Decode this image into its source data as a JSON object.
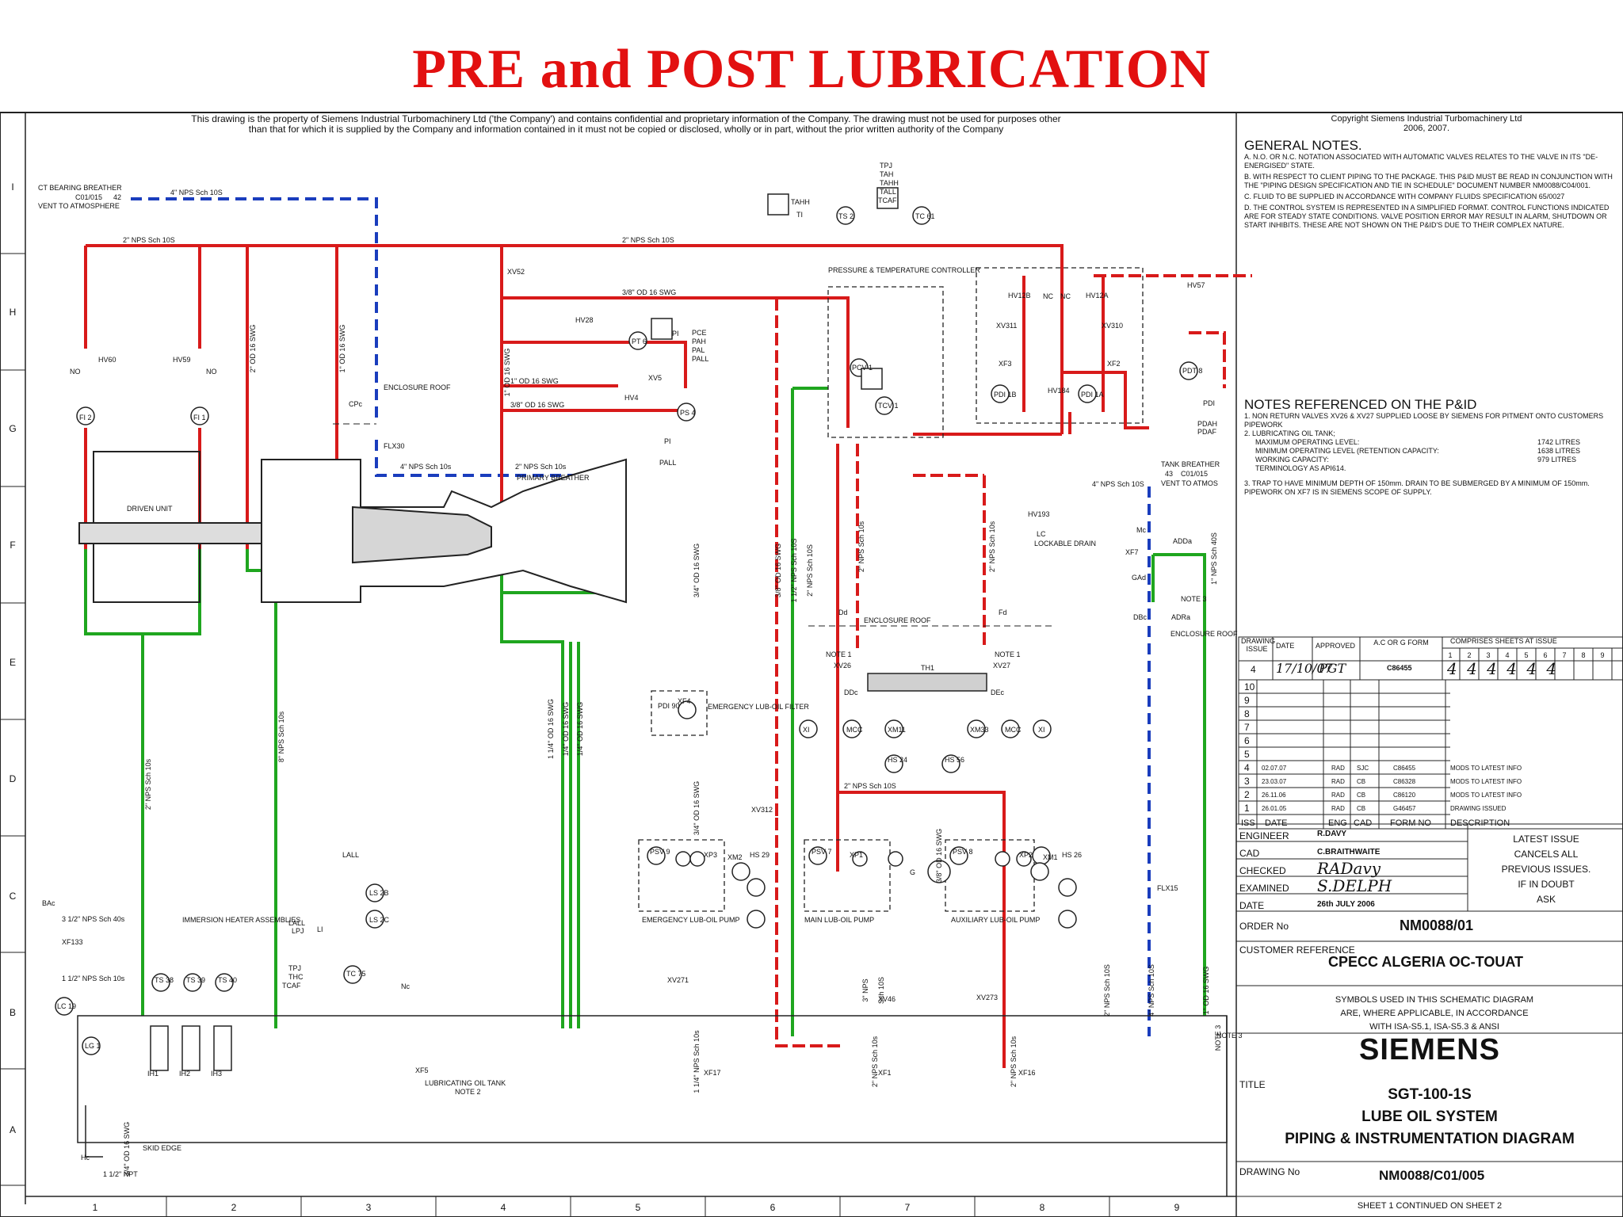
{
  "page": {
    "title": "PRE and POST LUBRICATION",
    "disclaimer_1": "This drawing is the property of Siemens Industrial Turbomachinery Ltd ('the Company') and contains confidential and proprietary information of the Company. The drawing must not be used for purposes other",
    "disclaimer_2": "than that for which it is supplied by the Company and information contained in it must not be copied or disclosed, wholly or in part, without the prior written authority of the Company",
    "copyright_1": "Copyright Siemens Industrial Turbomachinery Ltd",
    "copyright_2": "2006, 2007."
  },
  "general_notes": {
    "heading": "GENERAL NOTES.",
    "items": [
      "A. N.O. OR N.C. NOTATION ASSOCIATED WITH AUTOMATIC VALVES RELATES TO THE VALVE IN ITS \"DE-ENERGISED\" STATE.",
      "B. WITH RESPECT TO CLIENT PIPING TO THE PACKAGE. THIS P&ID MUST BE READ IN CONJUNCTION WITH THE \"PIPING DESIGN SPECIFICATION AND TIE IN SCHEDULE\" DOCUMENT NUMBER NM0088/C04/001.",
      "C. FLUID TO BE SUPPLIED IN ACCORDANCE WITH COMPANY FLUIDS SPECIFICATION 65/0027",
      "D. THE CONTROL SYSTEM IS REPRESENTED IN A SIMPLIFIED FORMAT. CONTROL FUNCTIONS INDICATED ARE FOR STEADY STATE CONDITIONS. VALVE POSITION ERROR MAY RESULT IN ALARM, SHUTDOWN OR START INHIBITS. THESE ARE NOT SHOWN ON THE P&ID'S DUE TO THEIR COMPLEX NATURE."
    ]
  },
  "pid_notes": {
    "heading": "NOTES REFERENCED ON THE P&ID",
    "items": [
      "1. NON RETURN VALVES XV26 & XV27 SUPPLIED LOOSE BY SIEMENS FOR PITMENT ONTO CUSTOMERS PIPEWORK",
      "2. LUBRICATING OIL TANK;",
      "3. TRAP TO HAVE MINIMUM DEPTH OF 150mm. DRAIN TO BE SUBMERGED BY A MINIMUM OF 150mm. PIPEWORK ON XF7 IS IN SIEMENS SCOPE OF SUPPLY."
    ],
    "tank_rows": [
      {
        "label": "MAXIMUM OPERATING LEVEL:",
        "value": "1742 LITRES"
      },
      {
        "label": "MINIMUM OPERATING LEVEL (RETENTION CAPACITY:",
        "value": "1638 LITRES"
      },
      {
        "label": "WORKING CAPACITY:",
        "value": "979 LITRES"
      },
      {
        "label": "TERMINOLOGY AS API614.",
        "value": ""
      }
    ]
  },
  "revision_table": {
    "headers": [
      "DRAWING ISSUE",
      "DATE",
      "APPROVED",
      "A.C OR G FORM",
      "COMPRISES SHEETS AT ISSUE"
    ],
    "issue_row": {
      "issue": "4",
      "date": "17/10/07",
      "approved": "PGT",
      "form": "C86455",
      "sheets": "4 4 4 4 4 4"
    },
    "sheet_numbers": [
      "1",
      "2",
      "3",
      "4",
      "5",
      "6",
      "7",
      "8",
      "9"
    ],
    "rows": [
      {
        "iss": "10",
        "date": "",
        "eng": "",
        "cad": "",
        "form": "",
        "desc": ""
      },
      {
        "iss": "9",
        "date": "",
        "eng": "",
        "cad": "",
        "form": "",
        "desc": ""
      },
      {
        "iss": "8",
        "date": "",
        "eng": "",
        "cad": "",
        "form": "",
        "desc": ""
      },
      {
        "iss": "7",
        "date": "",
        "eng": "",
        "cad": "",
        "form": "",
        "desc": ""
      },
      {
        "iss": "6",
        "date": "",
        "eng": "",
        "cad": "",
        "form": "",
        "desc": ""
      },
      {
        "iss": "5",
        "date": "",
        "eng": "",
        "cad": "",
        "form": "",
        "desc": ""
      },
      {
        "iss": "4",
        "date": "02.07.07",
        "eng": "RAD",
        "cad": "SJC",
        "form": "C86455",
        "desc": "MODS TO LATEST INFO"
      },
      {
        "iss": "3",
        "date": "23.03.07",
        "eng": "RAD",
        "cad": "CB",
        "form": "C86328",
        "desc": "MODS TO LATEST INFO"
      },
      {
        "iss": "2",
        "date": "26.11.06",
        "eng": "RAD",
        "cad": "CB",
        "form": "C86120",
        "desc": "MODS TO LATEST INFO"
      },
      {
        "iss": "1",
        "date": "26.01.05",
        "eng": "RAD",
        "cad": "CB",
        "form": "G46457",
        "desc": "DRAWING ISSUED"
      }
    ],
    "footer": [
      "ISS",
      "DATE",
      "ENG",
      "CAD",
      "FORM NO",
      "DESCRIPTION"
    ]
  },
  "title_block": {
    "engineer_label": "ENGINEER",
    "engineer": "R.DAVY",
    "cad_label": "CAD",
    "cad": "C.BRAITHWAITE",
    "checked_label": "CHECKED",
    "checked": "RADavy",
    "examined_label": "EXAMINED",
    "examined": "S.DELPH",
    "date_label": "DATE",
    "date": "26th JULY 2006",
    "latest_1": "LATEST ISSUE",
    "latest_2": "CANCELS ALL",
    "latest_3": "PREVIOUS ISSUES.",
    "latest_4": "IF IN DOUBT",
    "latest_5": "ASK",
    "order_label": "ORDER No",
    "order": "NM0088/01",
    "customer_label": "CUSTOMER REFERENCE",
    "customer": "CPECC ALGERIA OC-TOUAT",
    "symbols_1": "SYMBOLS USED IN THIS SCHEMATIC DIAGRAM",
    "symbols_2": "ARE, WHERE APPLICABLE, IN ACCORDANCE",
    "symbols_3": "WITH ISA-S5.1, ISA-S5.3 & ANSI",
    "company": "SIEMENS",
    "title_label": "TITLE",
    "title_1": "SGT-100-1S",
    "title_2": "LUBE OIL SYSTEM",
    "title_3": "PIPING & INSTRUMENTATION DIAGRAM",
    "drawing_label": "DRAWING No",
    "drawing": "NM0088/C01/005",
    "sheet": "SHEET 1 CONTINUED ON SHEET 2"
  },
  "grid": {
    "columns": [
      "1",
      "2",
      "3",
      "4",
      "5",
      "6",
      "7",
      "8",
      "9"
    ],
    "rows": [
      "I",
      "H",
      "G",
      "F",
      "E",
      "D",
      "C",
      "B",
      "A"
    ]
  },
  "diagram": {
    "labels": [
      {
        "id": "ct-breather",
        "text": "CT BEARING BREATHER"
      },
      {
        "id": "vent-atm",
        "text": "VENT TO ATMOSPHERE"
      },
      {
        "id": "ref1",
        "text": "C01/015"
      },
      {
        "id": "ref1b",
        "text": "42"
      },
      {
        "id": "p1",
        "text": "4\" NPS Sch 10S"
      },
      {
        "id": "p2",
        "text": "2\" NPS Sch 10S"
      },
      {
        "id": "p3",
        "text": "2\" NPS Sch 10S"
      },
      {
        "id": "p4",
        "text": "3/8\" OD 16 SWG"
      },
      {
        "id": "p5",
        "text": "1\" OD 16 SWG"
      },
      {
        "id": "p6",
        "text": "3/8\" OD 16 SWG"
      },
      {
        "id": "p7",
        "text": "4\" NPS Sch 10s"
      },
      {
        "id": "p8",
        "text": "2\" NPS Sch 10s"
      },
      {
        "id": "p9",
        "text": "4\" NPS Sch 10S"
      },
      {
        "id": "p10",
        "text": "2\" NPS Sch 10S"
      },
      {
        "id": "hv60",
        "text": "HV60"
      },
      {
        "id": "hv59",
        "text": "HV59"
      },
      {
        "id": "no1",
        "text": "NO"
      },
      {
        "id": "no2",
        "text": "NO"
      },
      {
        "id": "fi2",
        "text": "FI 2"
      },
      {
        "id": "fi1",
        "text": "FI 1"
      },
      {
        "id": "driven",
        "text": "DRIVEN UNIT"
      },
      {
        "id": "encl",
        "text": "ENCLOSURE ROOF"
      },
      {
        "id": "flx30",
        "text": "FLX30"
      },
      {
        "id": "cpc",
        "text": "CPc"
      },
      {
        "id": "xv52",
        "text": "XV52"
      },
      {
        "id": "prim",
        "text": "PRIMARY BREATHER"
      },
      {
        "id": "hv28",
        "text": "HV28"
      },
      {
        "id": "pt6",
        "text": "PT 6"
      },
      {
        "id": "pi",
        "text": "PI"
      },
      {
        "id": "pce",
        "text": "PCE"
      },
      {
        "id": "pah",
        "text": "PAH"
      },
      {
        "id": "pal",
        "text": "PAL"
      },
      {
        "id": "pall",
        "text": "PALL"
      },
      {
        "id": "xv5",
        "text": "XV5"
      },
      {
        "id": "hv4",
        "text": "HV4"
      },
      {
        "id": "ps4",
        "text": "PS 4"
      },
      {
        "id": "pi2",
        "text": "PI"
      },
      {
        "id": "pall2",
        "text": "PALL"
      },
      {
        "id": "tahh",
        "text": "TAHH"
      },
      {
        "id": "ti",
        "text": "TI"
      },
      {
        "id": "ts2",
        "text": "TS 2"
      },
      {
        "id": "tc61",
        "text": "TC 61"
      },
      {
        "id": "tpj",
        "text": "TPJ"
      },
      {
        "id": "tah",
        "text": "TAH"
      },
      {
        "id": "tahh2",
        "text": "TAHH"
      },
      {
        "id": "tall",
        "text": "TALL"
      },
      {
        "id": "tcaf",
        "text": "TCAF"
      },
      {
        "id": "ptc",
        "text": "PRESSURE & TEMPERATURE CONTROLLER"
      },
      {
        "id": "pcv",
        "text": "PCV 1"
      },
      {
        "id": "tcv",
        "text": "TCV 1"
      },
      {
        "id": "hv12b",
        "text": "HV12B"
      },
      {
        "id": "hv12a",
        "text": "HV12A"
      },
      {
        "id": "nc1",
        "text": "NC"
      },
      {
        "id": "nc2",
        "text": "NC"
      },
      {
        "id": "xv311",
        "text": "XV311"
      },
      {
        "id": "xv310",
        "text": "XV310"
      },
      {
        "id": "xf3",
        "text": "XF3"
      },
      {
        "id": "xf2",
        "text": "XF2"
      },
      {
        "id": "pdi1b",
        "text": "PDI 1B"
      },
      {
        "id": "pdi1a",
        "text": "PDI 1A"
      },
      {
        "id": "hv184",
        "text": "HV184"
      },
      {
        "id": "hv57",
        "text": "HV57"
      },
      {
        "id": "pdt8",
        "text": "PDT 8"
      },
      {
        "id": "pdi",
        "text": "PDI"
      },
      {
        "id": "pdah",
        "text": "PDAH"
      },
      {
        "id": "pdaf",
        "text": "PDAF"
      },
      {
        "id": "tankbr",
        "text": "TANK BREATHER"
      },
      {
        "id": "ref2",
        "text": "43"
      },
      {
        "id": "ref2b",
        "text": "C01/015"
      },
      {
        "id": "vent2",
        "text": "VENT TO ATMOS"
      },
      {
        "id": "hv193",
        "text": "HV193"
      },
      {
        "id": "lc",
        "text": "LC"
      },
      {
        "id": "lockd",
        "text": "LOCKABLE DRAIN"
      },
      {
        "id": "xf7",
        "text": "XF7"
      },
      {
        "id": "note3",
        "text": "NOTE 3"
      },
      {
        "id": "encl2",
        "text": "ENCLOSURE ROOF"
      },
      {
        "id": "encl3",
        "text": "ENCLOSURE ROOF"
      },
      {
        "id": "note1a",
        "text": "NOTE 1"
      },
      {
        "id": "note1b",
        "text": "NOTE 1"
      },
      {
        "id": "xv26",
        "text": "XV26"
      },
      {
        "id": "xv27",
        "text": "XV27"
      },
      {
        "id": "th1",
        "text": "TH1"
      },
      {
        "id": "xm11",
        "text": "XM11"
      },
      {
        "id": "xm33",
        "text": "XM33"
      },
      {
        "id": "mcc1",
        "text": "MCC"
      },
      {
        "id": "mcc2",
        "text": "MCC"
      },
      {
        "id": "xi1",
        "text": "XI"
      },
      {
        "id": "xi2",
        "text": "XI"
      },
      {
        "id": "hs24",
        "text": "HS 24"
      },
      {
        "id": "hs56",
        "text": "HS 56"
      },
      {
        "id": "pdi90",
        "text": "PDI 90"
      },
      {
        "id": "xf4",
        "text": "XF4"
      },
      {
        "id": "emfilt",
        "text": "EMERGENCY LUB-OIL FILTER"
      },
      {
        "id": "xv312",
        "text": "XV312"
      },
      {
        "id": "psv9",
        "text": "PSV 9"
      },
      {
        "id": "psv7",
        "text": "PSV 7"
      },
      {
        "id": "psv8",
        "text": "PSV 8"
      },
      {
        "id": "xp3",
        "text": "XP3"
      },
      {
        "id": "xp1",
        "text": "XP1"
      },
      {
        "id": "xp2",
        "text": "XP2"
      },
      {
        "id": "xm2",
        "text": "XM2"
      },
      {
        "id": "xm1",
        "text": "XM1"
      },
      {
        "id": "hs29",
        "text": "HS 29"
      },
      {
        "id": "hs26",
        "text": "HS 26"
      },
      {
        "id": "emp",
        "text": "EMERGENCY LUB-OIL PUMP"
      },
      {
        "id": "mainp",
        "text": "MAIN LUB-OIL PUMP"
      },
      {
        "id": "auxp",
        "text": "AUXILIARY LUB-OIL PUMP"
      },
      {
        "id": "xv271",
        "text": "XV271"
      },
      {
        "id": "xv46",
        "text": "XV46"
      },
      {
        "id": "xv273",
        "text": "XV273"
      },
      {
        "id": "xf17",
        "text": "XF17"
      },
      {
        "id": "xf1",
        "text": "XF1"
      },
      {
        "id": "xf16",
        "text": "XF16"
      },
      {
        "id": "flx15",
        "text": "FLX15"
      },
      {
        "id": "lall",
        "text": "LALL"
      },
      {
        "id": "ls2b",
        "text": "LS 2B"
      },
      {
        "id": "ls2c",
        "text": "LS 2C"
      },
      {
        "id": "lall2",
        "text": "LALL"
      },
      {
        "id": "lpj",
        "text": "LPJ"
      },
      {
        "id": "li",
        "text": "LI"
      },
      {
        "id": "tpj2",
        "text": "TPJ"
      },
      {
        "id": "thc",
        "text": "THC"
      },
      {
        "id": "tcaf2",
        "text": "TCAF"
      },
      {
        "id": "tc75",
        "text": "TC 75"
      },
      {
        "id": "imm",
        "text": "IMMERSION HEATER ASSEMBLIES"
      },
      {
        "id": "ts38",
        "text": "TS 38"
      },
      {
        "id": "ts39",
        "text": "TS 39"
      },
      {
        "id": "ts40",
        "text": "TS 40"
      },
      {
        "id": "ih1",
        "text": "IH1"
      },
      {
        "id": "ih2",
        "text": "IH2"
      },
      {
        "id": "ih3",
        "text": "IH3"
      },
      {
        "id": "bac",
        "text": "BAc"
      },
      {
        "id": "xf133",
        "text": "XF133"
      },
      {
        "id": "p312",
        "text": "3 1/2\" NPS Sch 40s"
      },
      {
        "id": "p112",
        "text": "1 1/2\" NPS Sch 10s"
      },
      {
        "id": "lc19",
        "text": "LC 19"
      },
      {
        "id": "lg1",
        "text": "LG 1"
      },
      {
        "id": "xf5",
        "text": "XF5"
      },
      {
        "id": "tank",
        "text": "LUBRICATING OIL TANK"
      },
      {
        "id": "note2",
        "text": "NOTE 2"
      },
      {
        "id": "skid",
        "text": "SKID EDGE"
      },
      {
        "id": "npt",
        "text": "1 1/2\" NPT"
      },
      {
        "id": "hc",
        "text": "Hc"
      },
      {
        "id": "nc",
        "text": "Nc"
      },
      {
        "id": "g",
        "text": "G"
      },
      {
        "id": "dd",
        "text": "Dd"
      },
      {
        "id": "fd",
        "text": "Fd"
      },
      {
        "id": "ddc",
        "text": "DDc"
      },
      {
        "id": "dec",
        "text": "DEc"
      },
      {
        "id": "mc",
        "text": "Mc"
      },
      {
        "id": "gad",
        "text": "GAd"
      },
      {
        "id": "adda",
        "text": "ADDa"
      },
      {
        "id": "dbc",
        "text": "DBc"
      },
      {
        "id": "adra",
        "text": "ADRa"
      },
      {
        "id": "note3b",
        "text": "NOTE 3"
      }
    ]
  }
}
